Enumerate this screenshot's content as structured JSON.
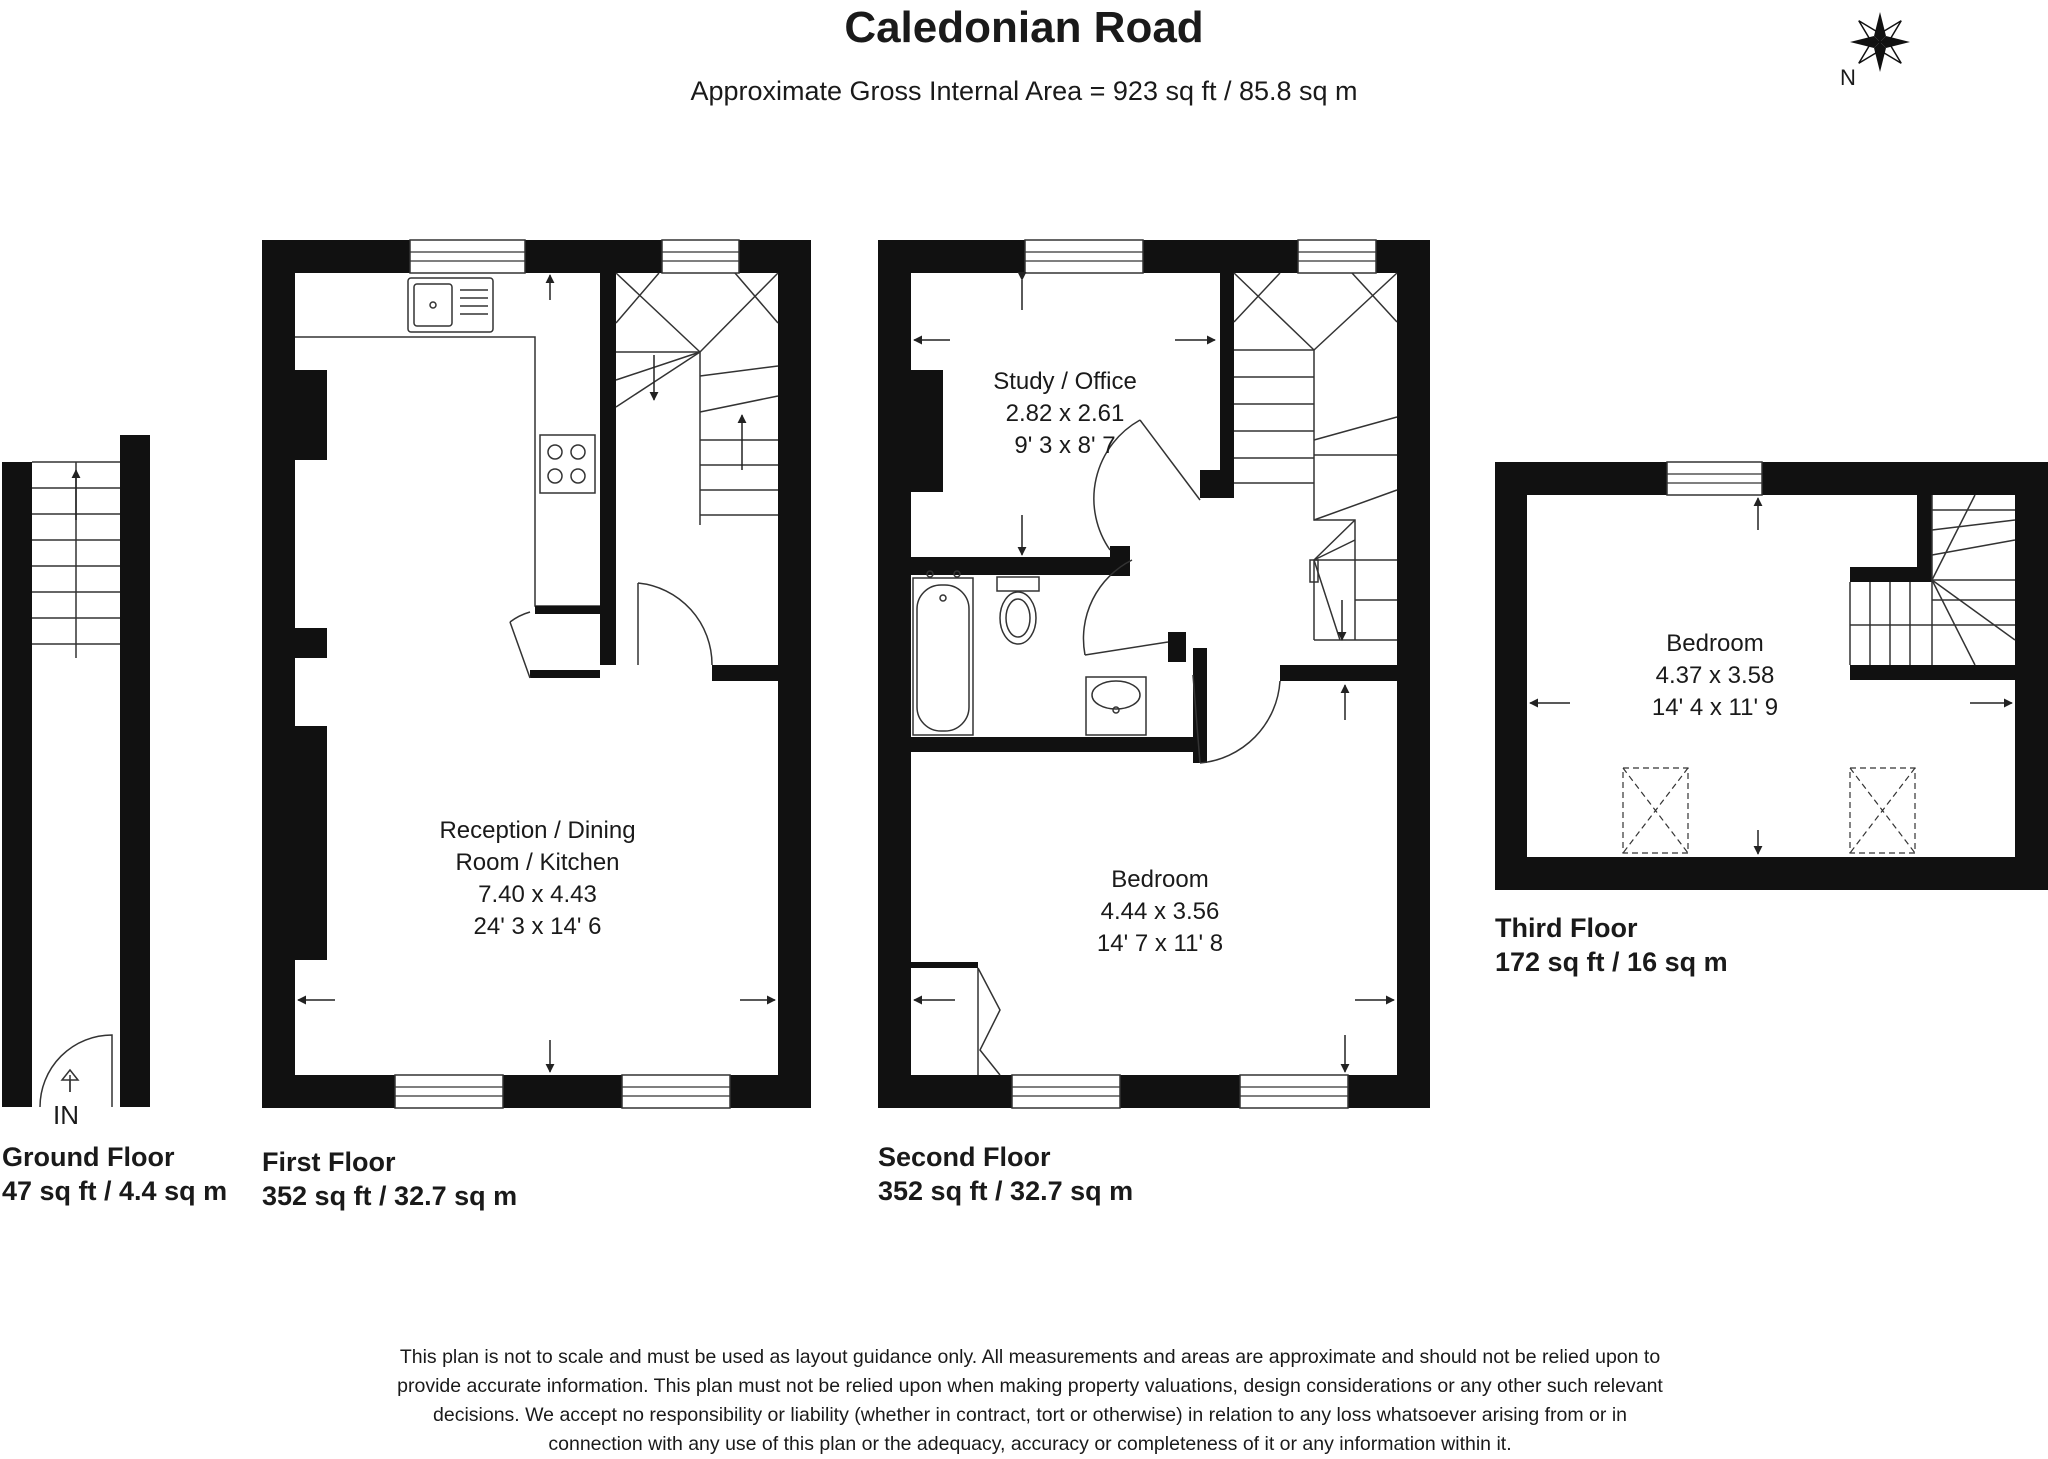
{
  "title": "Caledonian Road",
  "subtitle": "Approximate Gross Internal Area = 923 sq ft / 85.8 sq m",
  "compass": {
    "label": "N",
    "icon": "compass-rose-icon"
  },
  "entrance_label": "IN",
  "floors": {
    "ground": {
      "name": "Ground Floor",
      "area": "47 sq ft / 4.4 sq m"
    },
    "first": {
      "name": "First Floor",
      "area": "352 sq ft / 32.7 sq m"
    },
    "second": {
      "name": "Second Floor",
      "area": "352 sq ft / 32.7 sq m"
    },
    "third": {
      "name": "Third Floor",
      "area": "172 sq ft / 16 sq m"
    }
  },
  "rooms": {
    "reception": {
      "name1": "Reception / Dining",
      "name2": "Room / Kitchen",
      "metric": "7.40 x 4.43",
      "imperial": "24' 3 x 14' 6"
    },
    "study": {
      "name": "Study / Office",
      "metric": "2.82 x 2.61",
      "imperial": "9' 3 x 8' 7"
    },
    "bedroom2": {
      "name": "Bedroom",
      "metric": "4.44 x 3.56",
      "imperial": "14' 7 x 11' 8"
    },
    "bedroom3": {
      "name": "Bedroom",
      "metric": "4.37 x 3.58",
      "imperial": "14' 4 x 11' 9"
    }
  },
  "disclaimer": {
    "line1": "This plan is not to scale and must be used as layout guidance only. All measurements and areas are approximate and should not be relied upon to",
    "line2": "provide accurate information. This plan must not be relied upon when making property valuations, design considerations or any other such relevant",
    "line3": "decisions. We accept no responsibility or liability (whether in contract, tort or otherwise) in relation to any loss whatsoever arising from or in",
    "line4": "connection with any use of this plan or the adequacy, accuracy or completeness of it or any information within it."
  },
  "colors": {
    "wall": "#111111",
    "line": "#333333",
    "background": "#ffffff",
    "text": "#1a1a1a"
  }
}
